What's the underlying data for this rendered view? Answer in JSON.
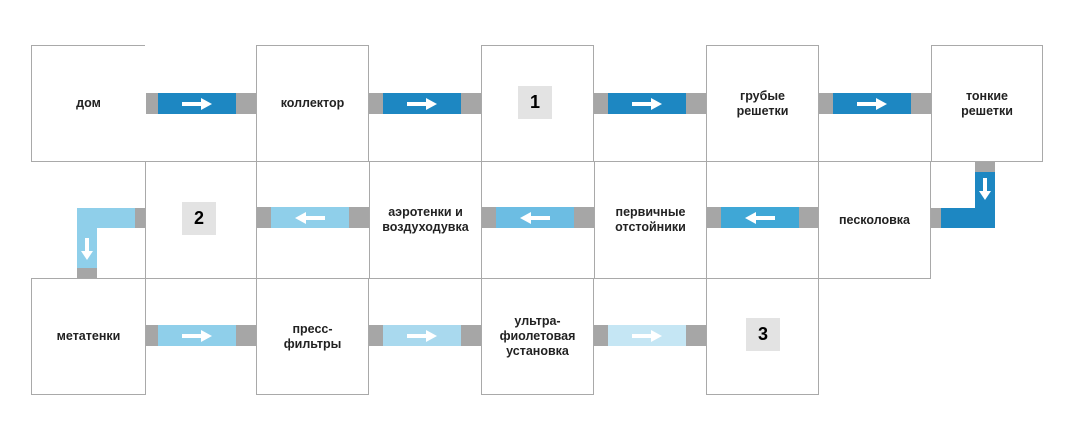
{
  "boxes": {
    "dom": "дом",
    "kollektor": "коллектор",
    "grubye_reshetki": "грубые\nрешетки",
    "tonkie_reshetki": "тонкие\nрешетки",
    "peskolovka": "песколовка",
    "pervichnye_otstoyniki": "первичные\nотстойники",
    "aerotenki": "аэротенки и\nвоздуходувка",
    "metatenki": "метатенки",
    "press_filtry": "пресс-\nфильтры",
    "uf_ustanovka": "ультра-\nфиолетовая\nустановка"
  },
  "markers": {
    "m1": "1",
    "m2": "2",
    "m3": "3"
  },
  "colors": {
    "box_border": "#a9a9a9",
    "pipe_gray": "#a6a6a6",
    "pipe_dark_blue": "#1d87c2",
    "pipe_mid_blue": "#3fa7d6",
    "pipe_light_blue": "#8fcfea",
    "pipe_pale_blue": "#c5e6f4",
    "marker_bg": "#e3e3e3",
    "arrow": "#ffffff"
  },
  "arrow_icons": {
    "right": "arrow-right-icon",
    "left": "arrow-left-icon",
    "down": "arrow-down-icon"
  }
}
